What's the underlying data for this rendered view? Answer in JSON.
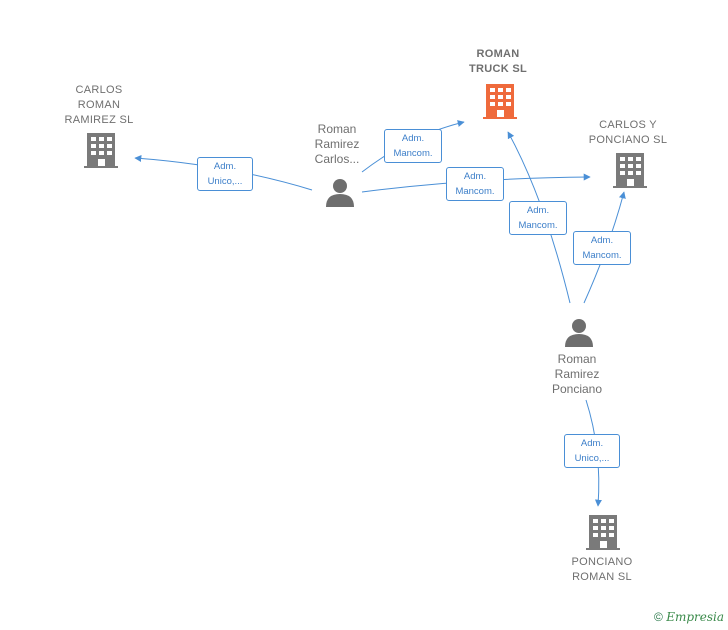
{
  "colors": {
    "edge": "#4a8fd6",
    "company": "#7a7a7a",
    "company_focus": "#ef6a3c",
    "person": "#6e6e6e"
  },
  "nodes": {
    "roman_truck": {
      "label": "ROMAN\nTRUCK  SL",
      "icon": "building-icon"
    },
    "carlos_roman_ramirez": {
      "label": "CARLOS\nROMAN\nRAMIREZ  SL",
      "icon": "building-icon"
    },
    "carlos_y_ponciano": {
      "label": "CARLOS Y\nPONCIANO SL",
      "icon": "building-icon"
    },
    "ponciano_roman": {
      "label": "PONCIANO\nROMAN  SL",
      "icon": "building-icon"
    },
    "person_carlos": {
      "label": "Roman\nRamirez\nCarlos...",
      "icon": "person-icon"
    },
    "person_ponciano": {
      "label": "Roman\nRamirez\nPonciano",
      "icon": "person-icon"
    }
  },
  "edges": {
    "e1": "Adm.\nUnico,...",
    "e2": "Adm.\nMancom.",
    "e3": "Adm.\nMancom.",
    "e4": "Adm.\nMancom.",
    "e5": "Adm.\nMancom.",
    "e6": "Adm.\nUnico,..."
  },
  "footer": {
    "copyright": "©",
    "brand": "Empresia"
  }
}
